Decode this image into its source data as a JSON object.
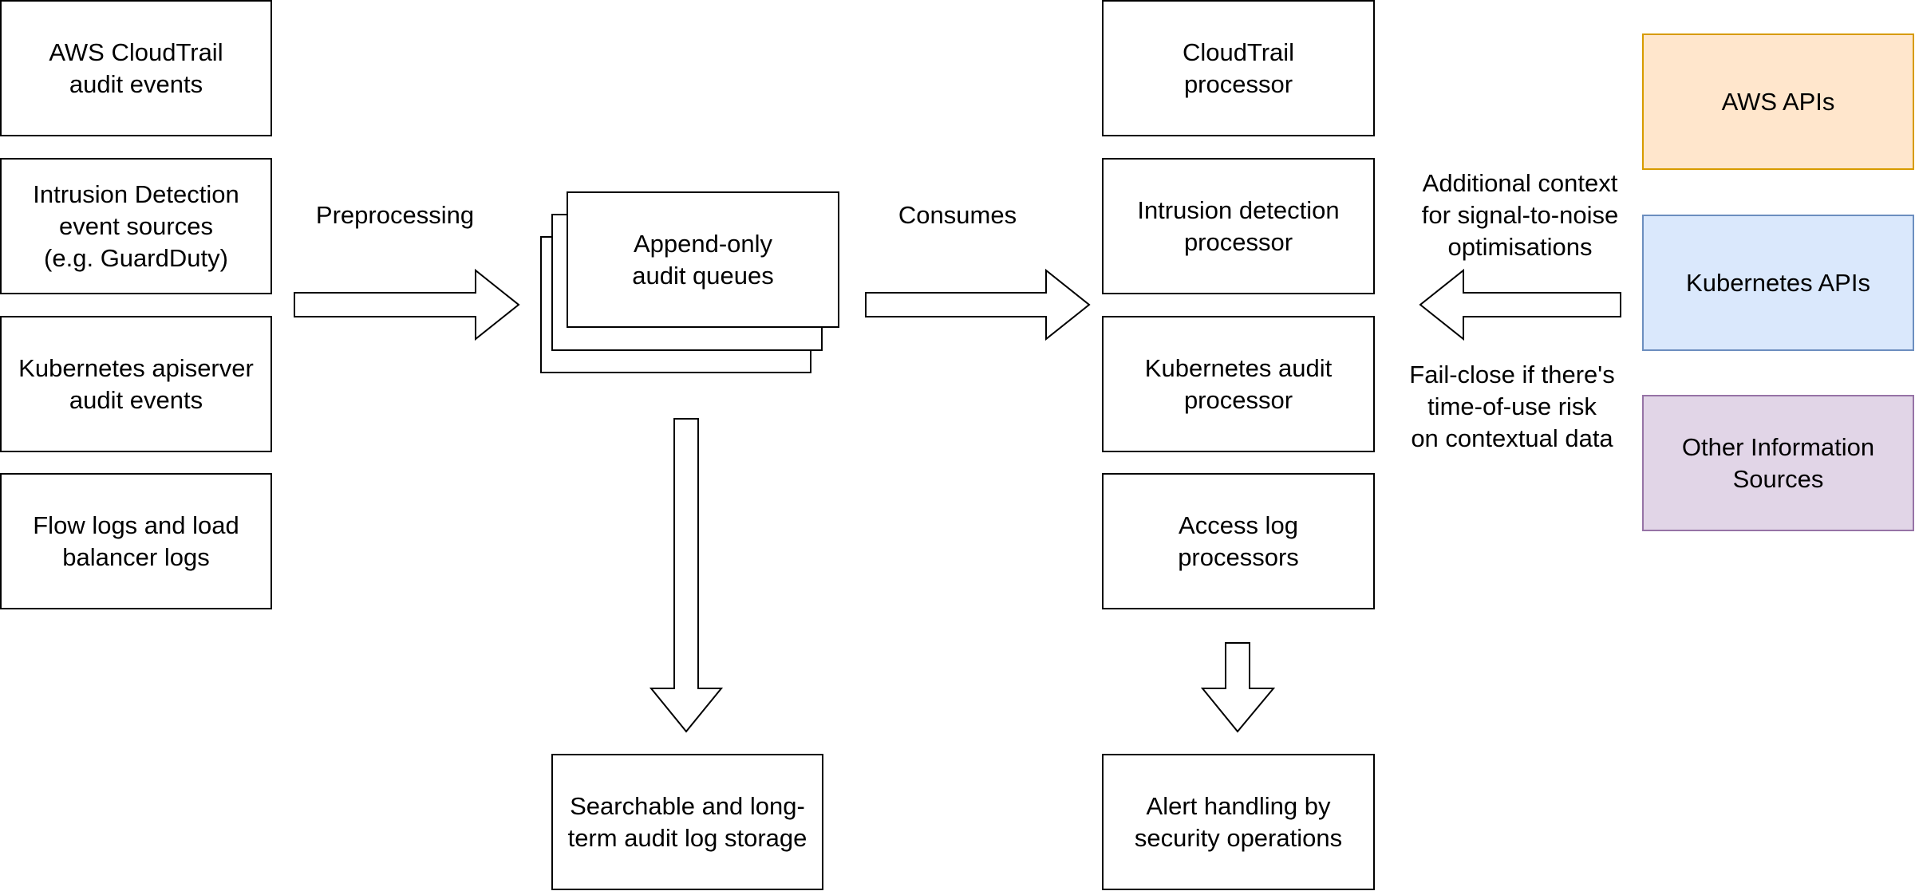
{
  "sources": [
    "AWS CloudTrail\naudit events",
    "Intrusion Detection\nevent sources\n(e.g. GuardDuty)",
    "Kubernetes apiserver\naudit events",
    "Flow logs and load\nbalancer logs"
  ],
  "labels": {
    "preprocessing": "Preprocessing",
    "consumes": "Consumes",
    "context": "Additional context\nfor signal-to-noise\noptimisations",
    "failclose": "Fail-close if there's\ntime-of-use risk\non contextual data"
  },
  "queues": "Append-only\naudit queues",
  "storage": "Searchable and long-\nterm audit log storage",
  "processors": [
    "CloudTrail\nprocessor",
    "Intrusion detection\nprocessor",
    "Kubernetes audit\nprocessor",
    "Access log\nprocessors"
  ],
  "alert": "Alert handling by\nsecurity operations",
  "info_sources": {
    "aws": "AWS APIs",
    "kubernetes": "Kubernetes APIs",
    "other": "Other Information\nSources"
  },
  "colors": {
    "aws_fill": "#ffe6cc",
    "aws_border": "#d79b00",
    "k8s_fill": "#dae8fc",
    "k8s_border": "#6c8ebf",
    "other_fill": "#e1d5e7",
    "other_border": "#9673a6"
  }
}
